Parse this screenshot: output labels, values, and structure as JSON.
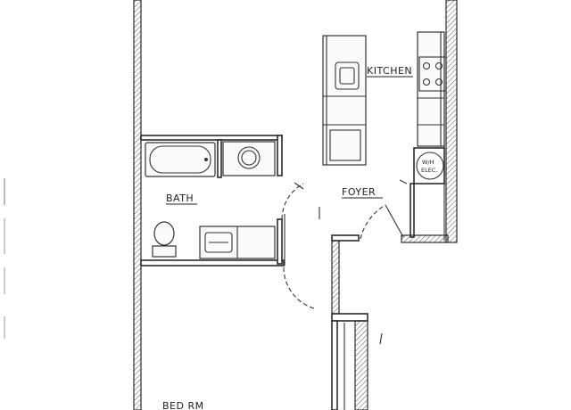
{
  "rooms": {
    "kitchen": "KITCHEN",
    "bath": "BATH",
    "foyer": "FOYER",
    "bedroom": "BED RM",
    "utility": [
      "W/H",
      "ELEC."
    ]
  }
}
